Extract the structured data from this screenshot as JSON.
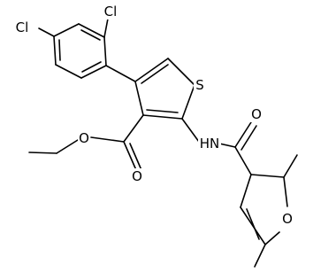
{
  "labels": {
    "cl_top": "Cl",
    "cl_left": "Cl",
    "s": "S",
    "o_ester_ether": "O",
    "o_ester_carbonyl": "O",
    "nh": "HN",
    "o_amide": "O",
    "o_furan": "O"
  }
}
